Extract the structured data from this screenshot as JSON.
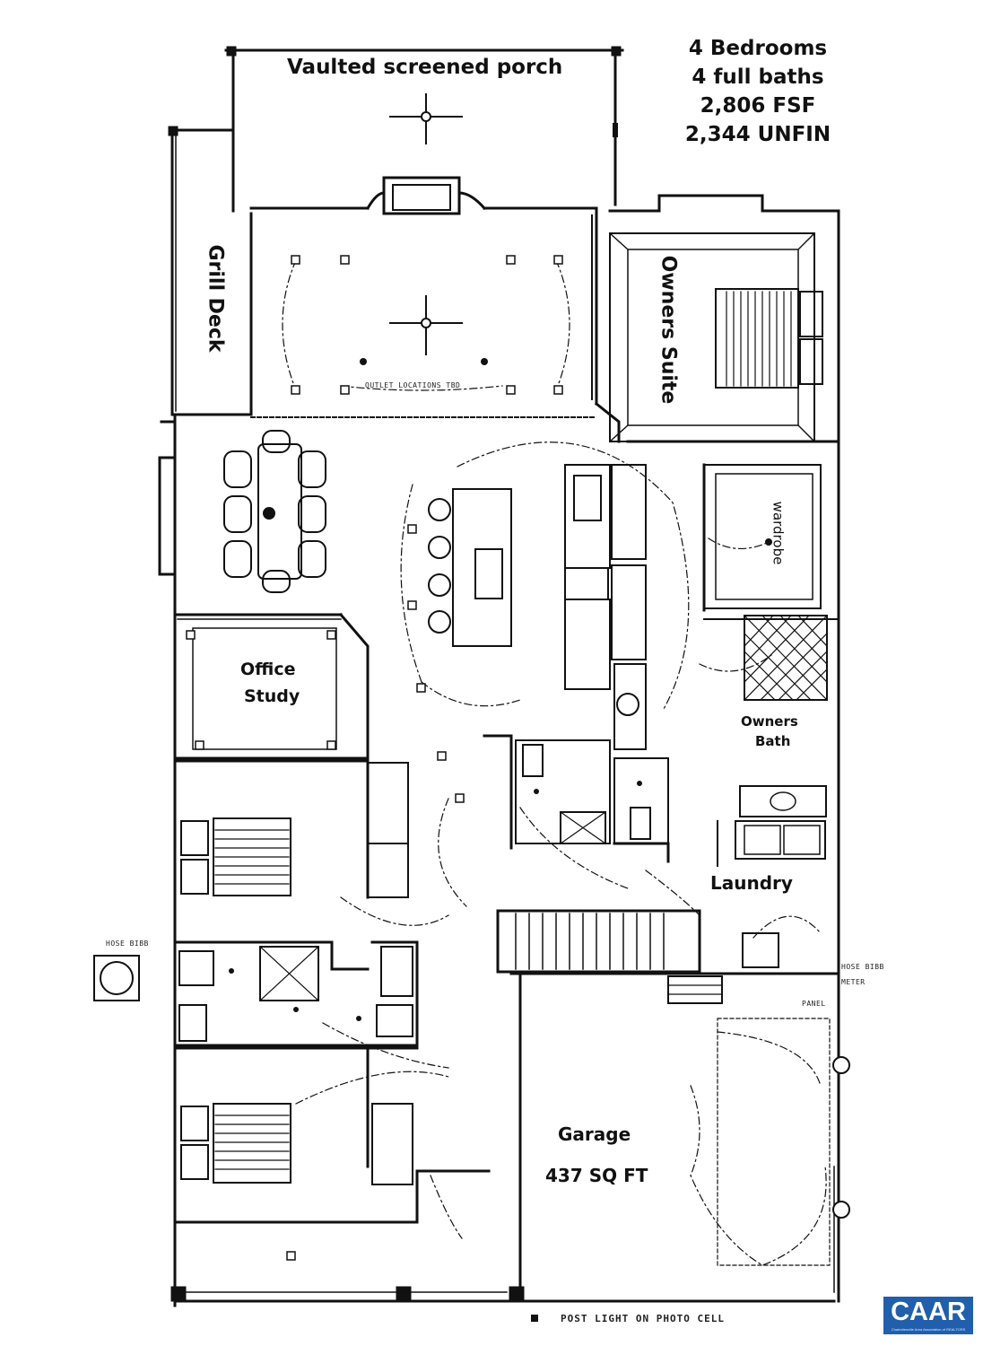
{
  "summary": {
    "bedrooms": "4 Bedrooms",
    "baths": "4 full baths",
    "finished": "2,806 FSF",
    "unfinished": "2,344 UNFIN"
  },
  "rooms": {
    "porch": "Vaulted screened porch",
    "grill_deck": "Grill Deck",
    "owners_suite": "Owners Suite",
    "wardrobe": "wardrobe",
    "office_line1": "Office",
    "office_line2": "Study",
    "owners_bath_line1": "Owners",
    "owners_bath_line2": "Bath",
    "laundry": "Laundry",
    "garage": "Garage",
    "garage_area": "437 SQ FT"
  },
  "notes": {
    "outlet": "OUTLET LOCATIONS TBD",
    "post_light": "POST LIGHT ON PHOTO CELL",
    "hose_bibb_left": "HOSE BIBB",
    "hose_bibb_right": "HOSE BIBB",
    "panel": "PANEL",
    "meter": "METER"
  },
  "logo": {
    "text": "CAAR",
    "tagline": "Charlottesville Area Association of REALTORS"
  }
}
